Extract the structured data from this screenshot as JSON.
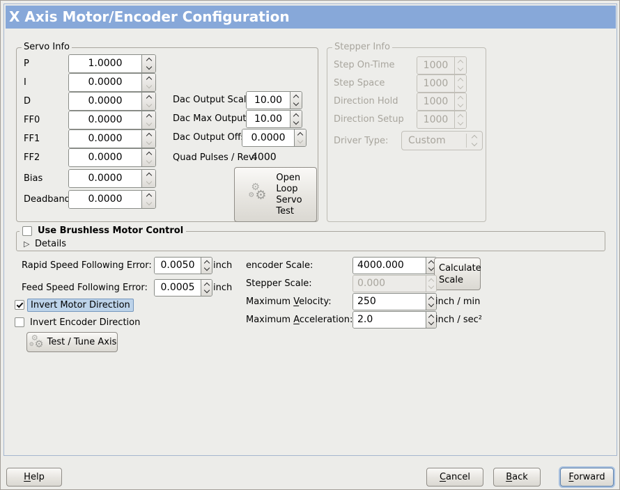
{
  "colors": {
    "banner": "#87A8D9",
    "focus-fill": "#BDD3E9",
    "focus-border": "#7396BE",
    "focus-ring": "#A9C1DF"
  },
  "icons": {
    "gear": "⚙",
    "expander": "▷"
  },
  "window": {
    "title": "X Axis Motor/Encoder Configuration"
  },
  "servo": {
    "legend": "Servo Info",
    "fields": [
      {
        "label": "P",
        "value": "1.0000"
      },
      {
        "label": "I",
        "value": "0.0000"
      },
      {
        "label": "D",
        "value": "0.0000"
      },
      {
        "label": "FF0",
        "value": "0.0000"
      },
      {
        "label": "FF1",
        "value": "0.0000"
      },
      {
        "label": "FF2",
        "value": "0.0000"
      },
      {
        "label": "Bias",
        "value": "0.0000"
      },
      {
        "label": "Deadband",
        "value": "0.0000"
      }
    ]
  },
  "dac": {
    "fields": [
      {
        "label": "Dac Output Scale:",
        "value": "10.00"
      },
      {
        "label": "Dac Max Output:",
        "value": "10.00"
      },
      {
        "label": "Dac Output Offset:",
        "value": "0.0000"
      }
    ],
    "quad_label": "Quad Pulses / Rev:",
    "quad_value": "4000"
  },
  "open_loop": {
    "lines": [
      "Open",
      "Loop",
      "Servo",
      "Test"
    ]
  },
  "stepper": {
    "legend": "Stepper Info",
    "fields": [
      {
        "label": "Step On-Time",
        "value": "1000"
      },
      {
        "label": "Step Space",
        "value": "1000"
      },
      {
        "label": "Direction Hold",
        "value": "1000"
      },
      {
        "label": "Direction Setup",
        "value": "1000"
      }
    ],
    "driver_label": "Driver Type:",
    "driver_value": "Custom"
  },
  "brushless": {
    "label": "Use Brushless Motor Control",
    "details": "Details"
  },
  "ferror": {
    "rapid_label": "Rapid Speed Following Error:",
    "rapid_value": "0.0050",
    "feed_label": "Feed Speed Following Error:",
    "feed_value": "0.0005",
    "unit": "inch"
  },
  "scales": {
    "encoder_label": "encoder Scale:",
    "encoder_value": "4000.000",
    "calc_lines": [
      "Calculate",
      "Scale"
    ],
    "stepper_label": "Stepper Scale:",
    "stepper_value": "0.000",
    "velocity": {
      "pre": "Maximum ",
      "mn": "V",
      "post": "elocity:"
    },
    "velocity_value": "250",
    "velocity_unit": "inch / min",
    "accel": {
      "pre": "Maximum ",
      "mn": "A",
      "post": "cceleration:"
    },
    "accel_value": "2.0",
    "accel_unit": "inch / sec²"
  },
  "invert": {
    "motor": "Invert Motor Direction",
    "encoder": "Invert Encoder Direction"
  },
  "test_tune": {
    "label": "Test / Tune Axis"
  },
  "nav": {
    "help": {
      "mn": "H",
      "post": "elp"
    },
    "cancel": {
      "mn": "C",
      "post": "ancel"
    },
    "back": {
      "mn": "B",
      "post": "ack"
    },
    "forward": {
      "mn": "F",
      "post": "orward"
    }
  }
}
